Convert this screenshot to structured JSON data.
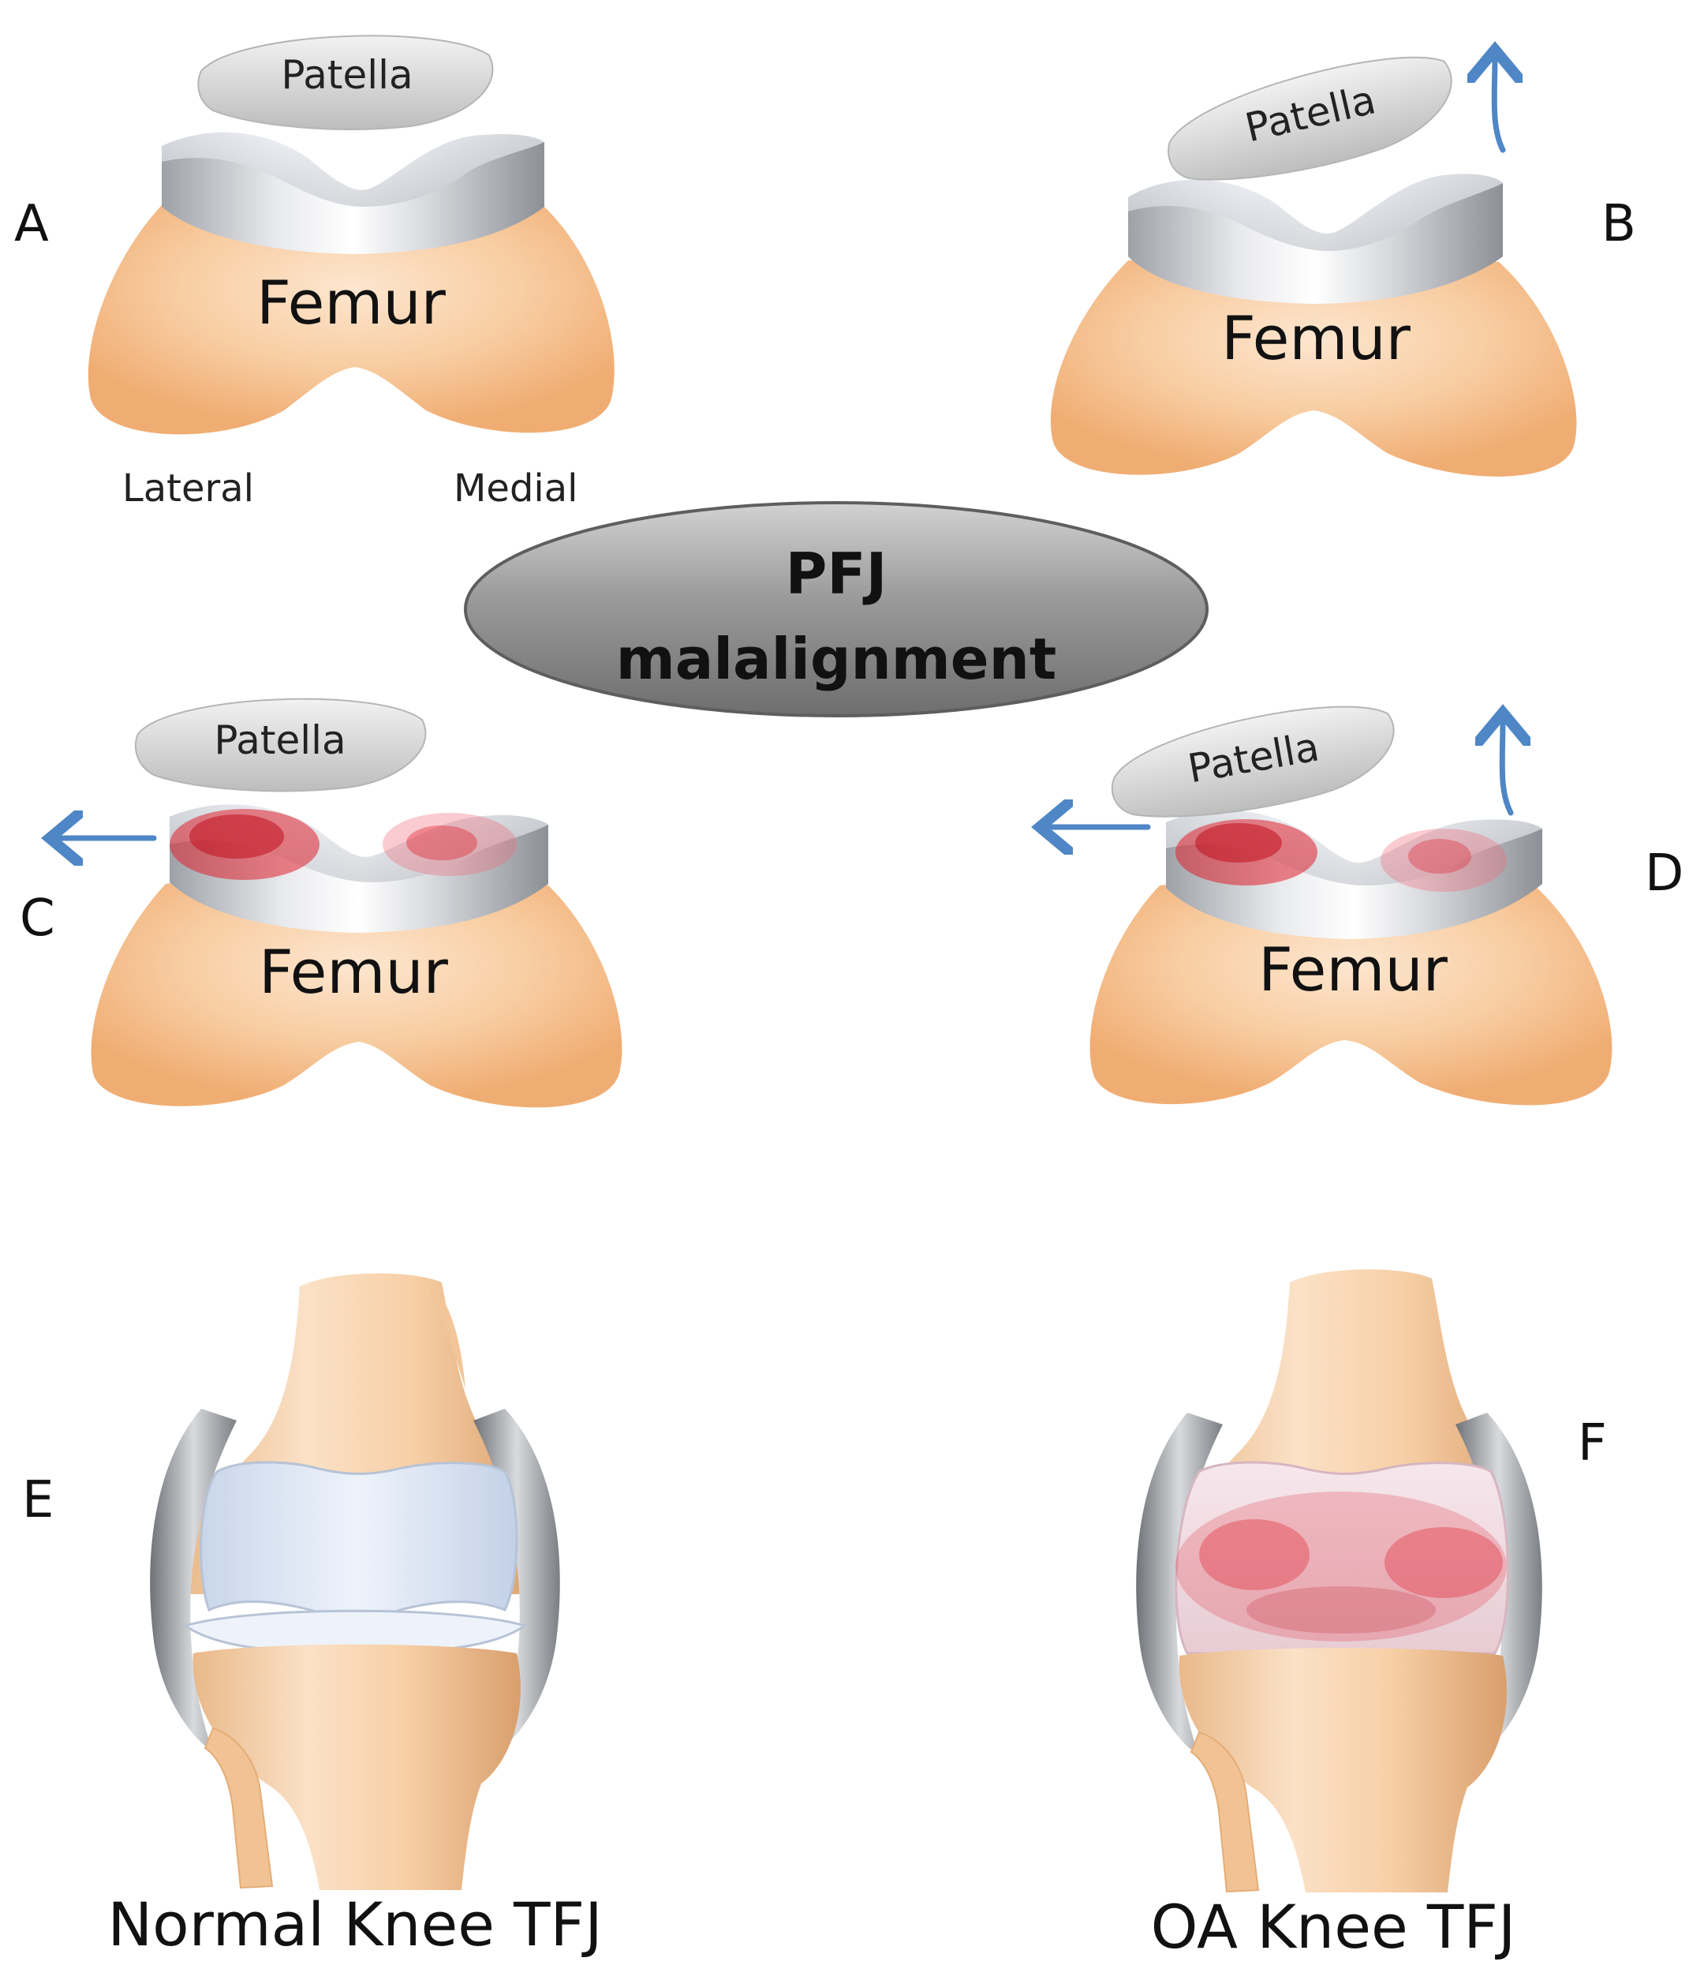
{
  "panels": {
    "a": {
      "letter": "A",
      "patella": "Patella",
      "femur": "Femur",
      "lateral": "Lateral",
      "medial": "Medial"
    },
    "b": {
      "letter": "B",
      "patella": "Patella",
      "femur": "Femur"
    },
    "c": {
      "letter": "C",
      "patella": "Patella",
      "femur": "Femur"
    },
    "d": {
      "letter": "D",
      "patella": "Patella",
      "femur": "Femur"
    },
    "e": {
      "letter": "E",
      "caption": "Normal Knee TFJ"
    },
    "f": {
      "letter": "F",
      "caption": "OA Knee TFJ"
    }
  },
  "center": {
    "line1": "PFJ",
    "line2": "malalignment"
  },
  "colors": {
    "bone": "#f6c08f",
    "cartilage": "#d9dadd",
    "arrow": "#4f86c6",
    "damage": "#e0202e",
    "ellipse": "#8f8f8f"
  }
}
